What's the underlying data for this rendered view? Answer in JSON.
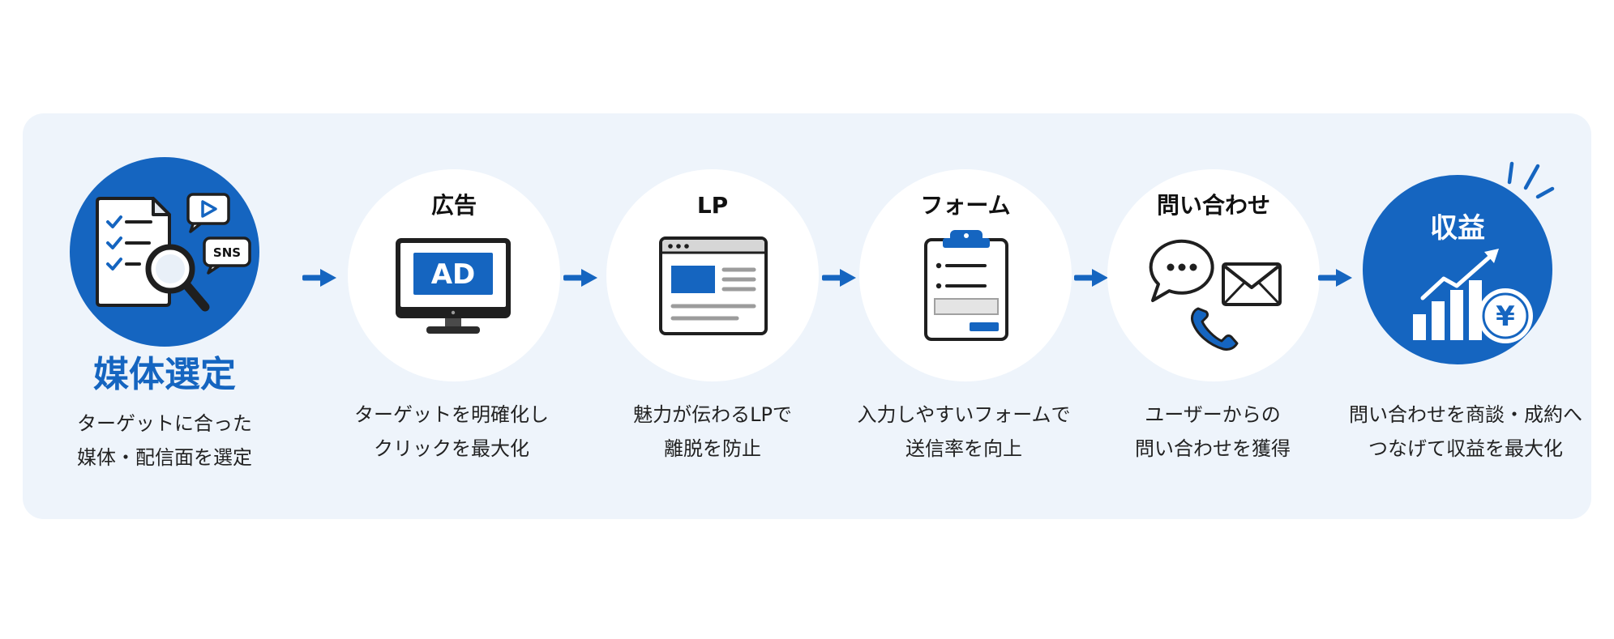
{
  "flow": {
    "steps": [
      {
        "title": "媒体選定",
        "description": [
          "ターゲットに合った",
          "媒体・配信面を選定"
        ],
        "icons": [
          "document-checklist-icon",
          "magnifier-icon",
          "video-play-bubble-icon",
          "sns-bubble-icon"
        ],
        "icon_text": "SNS"
      },
      {
        "title": "広告",
        "description": [
          "ターゲットを明確化し",
          "クリックを最大化"
        ],
        "icons": [
          "monitor-ad-icon"
        ],
        "icon_text": "AD"
      },
      {
        "title": "LP",
        "description": [
          "魅力が伝わるLPで",
          "離脱を防止"
        ],
        "icons": [
          "browser-window-icon"
        ]
      },
      {
        "title": "フォーム",
        "description": [
          "入力しやすいフォームで",
          "送信率を向上"
        ],
        "icons": [
          "clipboard-form-icon"
        ]
      },
      {
        "title": "問い合わせ",
        "description": [
          "ユーザーからの",
          "問い合わせを獲得"
        ],
        "icons": [
          "chat-bubble-icon",
          "mail-icon",
          "phone-icon"
        ]
      },
      {
        "title": "収益",
        "description": [
          "問い合わせを商談・成約へ",
          "つなげて収益を最大化"
        ],
        "icons": [
          "growth-chart-icon",
          "yen-coin-icon",
          "sparkle-icon"
        ],
        "icon_text": "¥"
      }
    ],
    "connector_icon": "arrow-right-icon"
  },
  "colors": {
    "accent": "#1565C0",
    "panel": "#EEF4FB",
    "text": "#1A1A1A",
    "outline": "#1F1F1F"
  }
}
